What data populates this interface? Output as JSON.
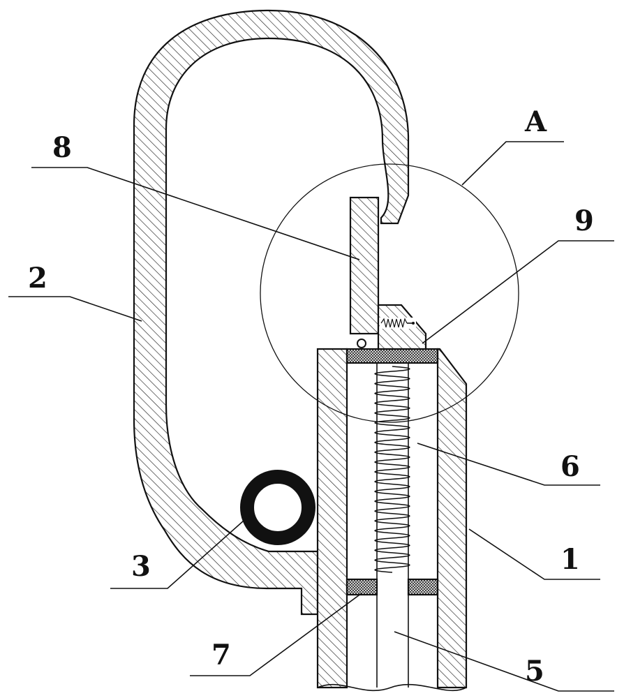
{
  "labels": {
    "l1": "1",
    "l2": "2",
    "l3": "3",
    "l5": "5",
    "l6": "6",
    "l7": "7",
    "l8": "8",
    "l9": "9",
    "lA": "A"
  }
}
